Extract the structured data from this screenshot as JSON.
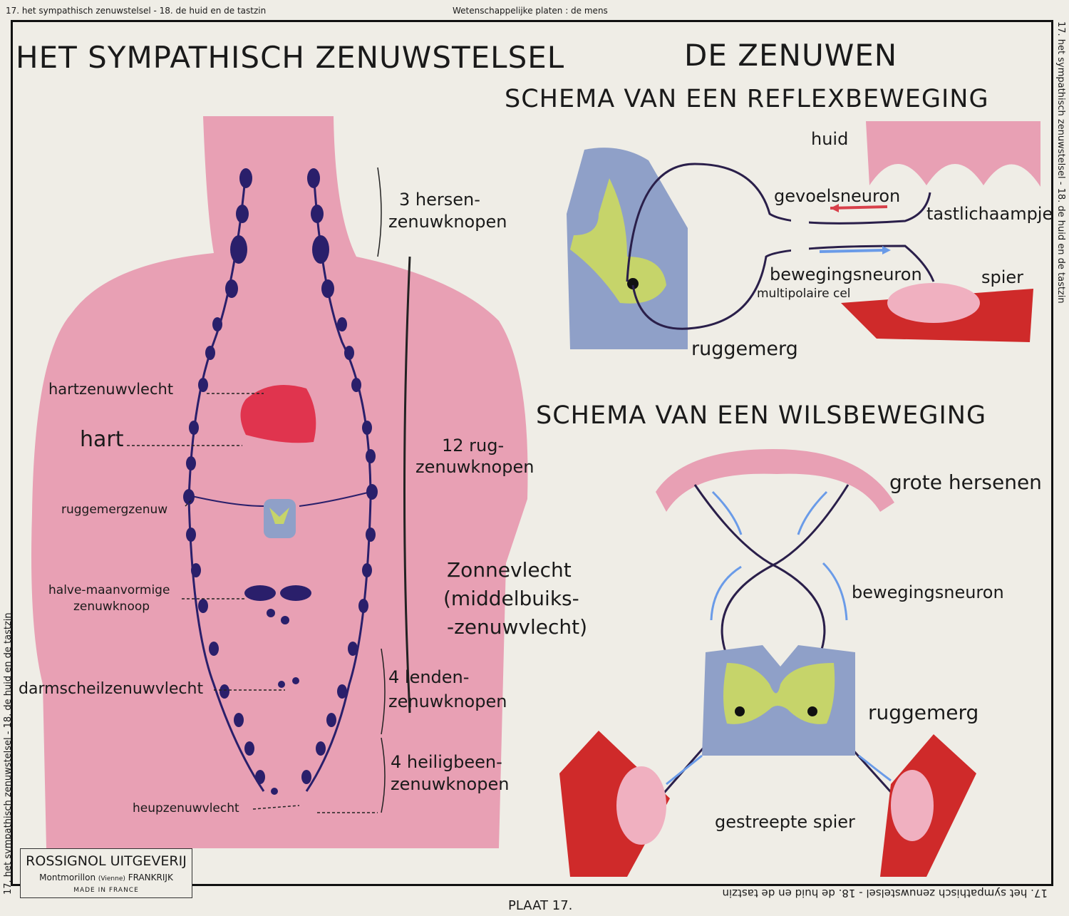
{
  "margins": {
    "top_left": "17. het sympathisch zenuwstelsel - 18. de huid en de tastzin",
    "top_center": "Wetenschappelijke platen : de mens",
    "right_vertical": "17. het sympathisch zenuwstelsel - 18. de huid en de tastzin",
    "left_vertical": "17. het sympathisch zenuwstelsel - 18. de huid en de tastzin",
    "bottom_upside_down": "17. het sympathisch zenuwstelsel - 18. de huid en de tastzin",
    "plate": "PLAAT 17."
  },
  "left_panel": {
    "title": "HET SYMPATHISCH ZENUWSTELSEL",
    "labels": {
      "hersen_1": "3 hersen-",
      "hersen_2": "zenuwknopen",
      "hartzenuwvlecht": "hartzenuwvlecht",
      "hart": "hart",
      "rug_1": "12 rug-",
      "rug_2": "zenuwknopen",
      "ruggemergzenuw": "ruggemergzenuw",
      "zonne_1": "Zonnevlecht",
      "zonne_2": "(middelbuiks-",
      "zonne_3": "-zenuwvlecht)",
      "halve_1": "halve-maanvormige",
      "halve_2": "zenuwknoop",
      "darmscheil": "darmscheilzenuwvlecht",
      "lenden_1": "4 lenden-",
      "lenden_2": "zenuwknopen",
      "heilig_1": "4 heiligbeen-",
      "heilig_2": "zenuwknopen",
      "heup": "heupzenuwvlecht"
    }
  },
  "right_panel": {
    "title": "DE ZENUWEN",
    "reflex": {
      "title": "SCHEMA VAN EEN REFLEXBEWEGING",
      "huid": "huid",
      "gevoelsneuron": "gevoelsneuron",
      "tastlichaampje": "tastlichaampje",
      "bewegingsneuron": "bewegingsneuron",
      "multipolaire_cel": "multipolaire cel",
      "spier": "spier",
      "ruggemerg": "ruggemerg"
    },
    "wils": {
      "title": "SCHEMA VAN EEN WILSBEWEGING",
      "grote_hersenen": "grote hersenen",
      "bewegingsneuron": "bewegingsneuron",
      "ruggemerg": "ruggemerg",
      "gestreepte_spier": "gestreepte spier"
    }
  },
  "publisher": {
    "name": "ROSSIGNOL UITGEVERIJ",
    "city": "Montmorillon",
    "region": "(Vienne)",
    "country": "FRANKRIJK",
    "made": "MADE IN FRANCE"
  },
  "colors": {
    "skin": "#e8a0b4",
    "heart": "#e0344e",
    "ganglion": "#2a1f6b",
    "cord_grey": "#8fa0c8",
    "cord_green": "#c6d46a",
    "muscle": "#cf2a2a",
    "arrow_blue": "#6a9be8",
    "arrow_red": "#d8404a"
  }
}
